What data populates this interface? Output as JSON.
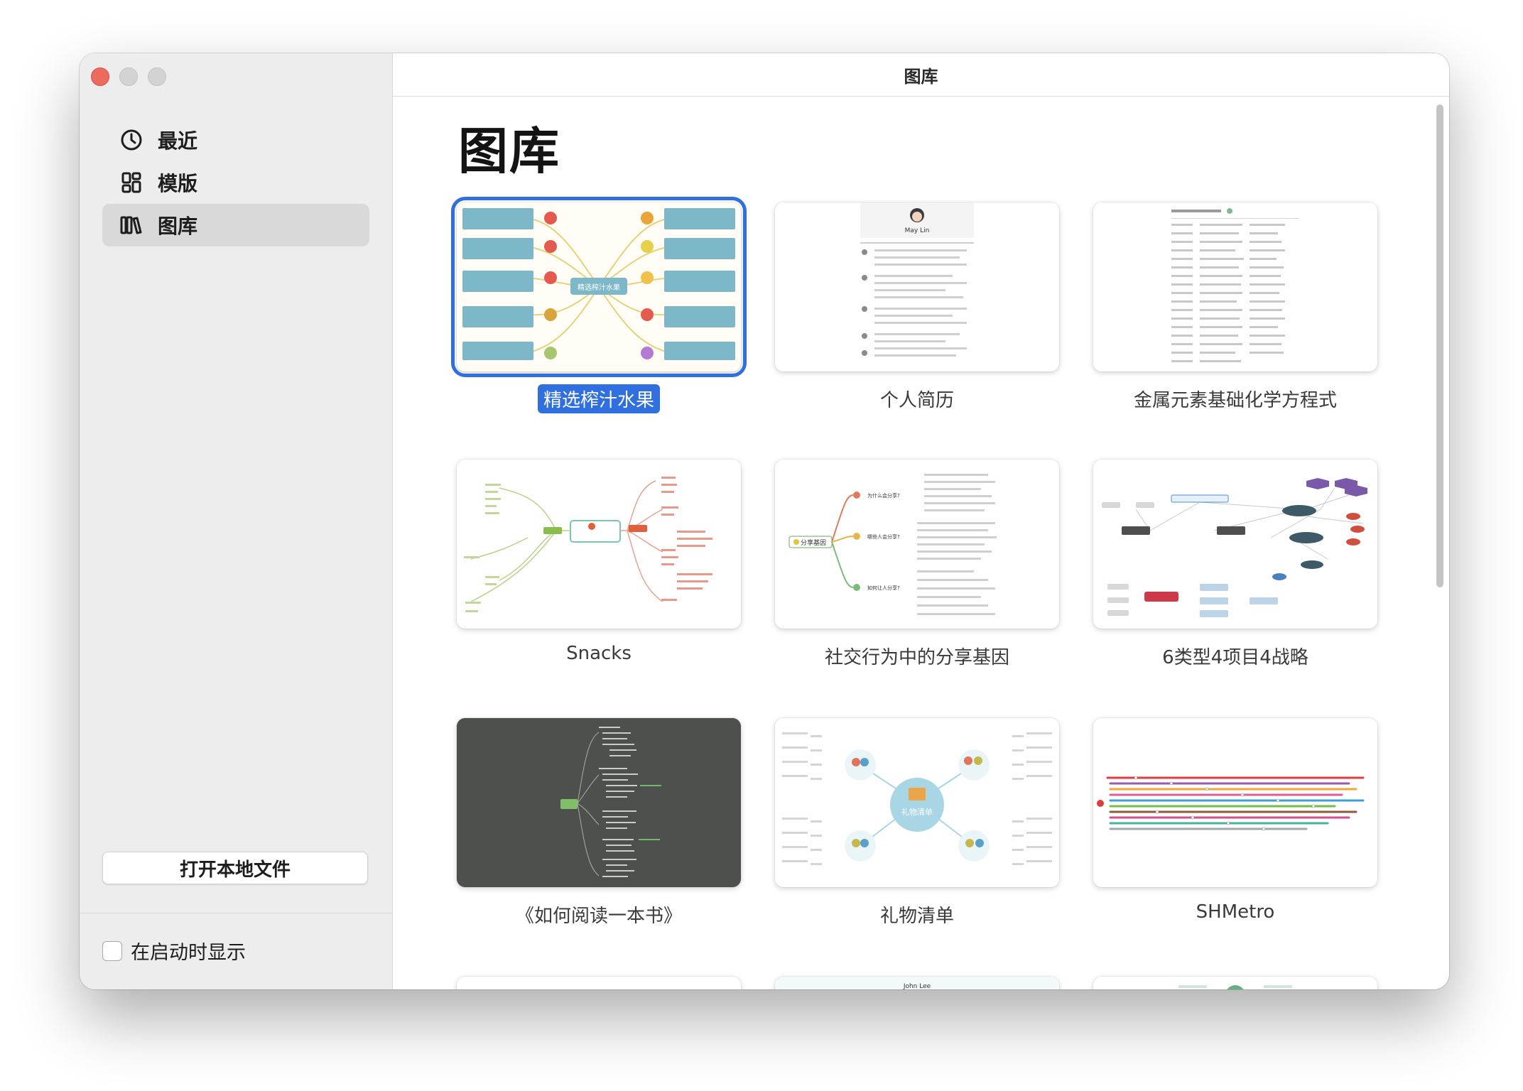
{
  "window": {
    "title": "图库"
  },
  "sidebar": {
    "items": [
      {
        "label": "最近",
        "icon": "clock-icon"
      },
      {
        "label": "模版",
        "icon": "grid-icon"
      },
      {
        "label": "图库",
        "icon": "library-icon",
        "active": true
      }
    ],
    "open_local_label": "打开本地文件",
    "show_on_startup_label": "在启动时显示",
    "show_on_startup_checked": false
  },
  "main": {
    "heading": "图库",
    "cards": [
      {
        "label": "精选榨汁水果",
        "selected": true
      },
      {
        "label": "个人简历"
      },
      {
        "label": "金属元素基础化学方程式"
      },
      {
        "label": "Snacks"
      },
      {
        "label": "社交行为中的分享基因"
      },
      {
        "label": "6类型4项目4战略"
      },
      {
        "label": "《如何阅读一本书》"
      },
      {
        "label": "礼物清单"
      },
      {
        "label": "SHMetro"
      }
    ],
    "thumb_texts": {
      "juice_center": "精选榨汁水果",
      "resume_name": "May Lin",
      "share_center": "分享基因",
      "share_q1": "为什么会分享?",
      "share_q2": "哪些人会分享?",
      "share_q3": "如何让人分享?",
      "gift_center": "礼物清单",
      "partial_name": "John Lee"
    }
  },
  "colors": {
    "accent": "#2f6fe0",
    "close": "#ed6a5e",
    "dark_thumb": "#4d504c"
  }
}
